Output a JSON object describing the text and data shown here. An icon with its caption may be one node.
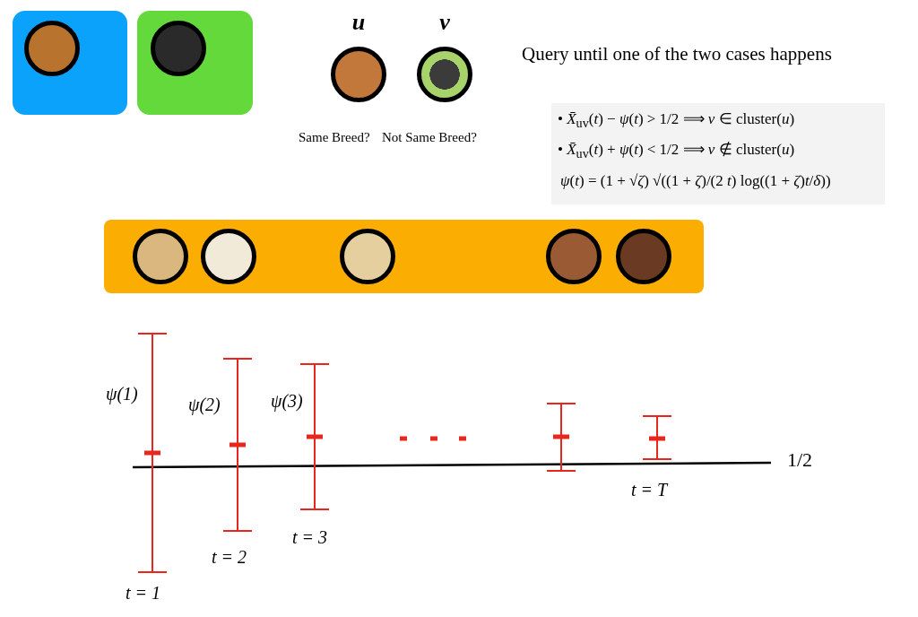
{
  "diagram": {
    "nodes": [
      {
        "text": [],
        "shape": "box"
      },
      {
        "text": [],
        "shape": "circle",
        "in": 0
      },
      {
        "text": [],
        "shape": "box"
      },
      {
        "text": [],
        "shape": "circle",
        "in": 2
      },
      {
        "text": [
          "u"
        ]
      },
      {
        "text": [
          "v"
        ]
      },
      {
        "text": [],
        "shape": "box"
      },
      {
        "text": [],
        "shape": "circle",
        "in": 6
      },
      {
        "text": [],
        "shape": "circle",
        "in": 6
      },
      {
        "text": [],
        "shape": "circle",
        "in": 6
      },
      {
        "text": [],
        "shape": "circle",
        "in": 6
      },
      {
        "text": [],
        "shape": "circle",
        "in": 6
      }
    ],
    "edges": [],
    "labels": [
      "Same Breed?",
      "Not Same Breed?",
      "Query until one of the two cases happens",
      "• *X̄*$_{uv}$(*t*) − *ψ*(*t*) > 1/2 ⟹ *v* ∈ cluster(*u*)",
      "• *X̄*$_{uv}$(*t*) + *ψ*(*t*) < 1/2 ⟹ *v* ∉ cluster(*u*)",
      "*ψ*(*t*) = (1 + √*ζ*) √((1 + *ζ*)/(2 *t*) log((1 + *ζ*)*t*/*δ*))",
      "ψ(1)",
      "ψ(2)",
      "ψ(3)",
      "t = 1",
      "t = 2",
      "t = 3",
      "t = T",
      "1/2"
    ]
  }
}
